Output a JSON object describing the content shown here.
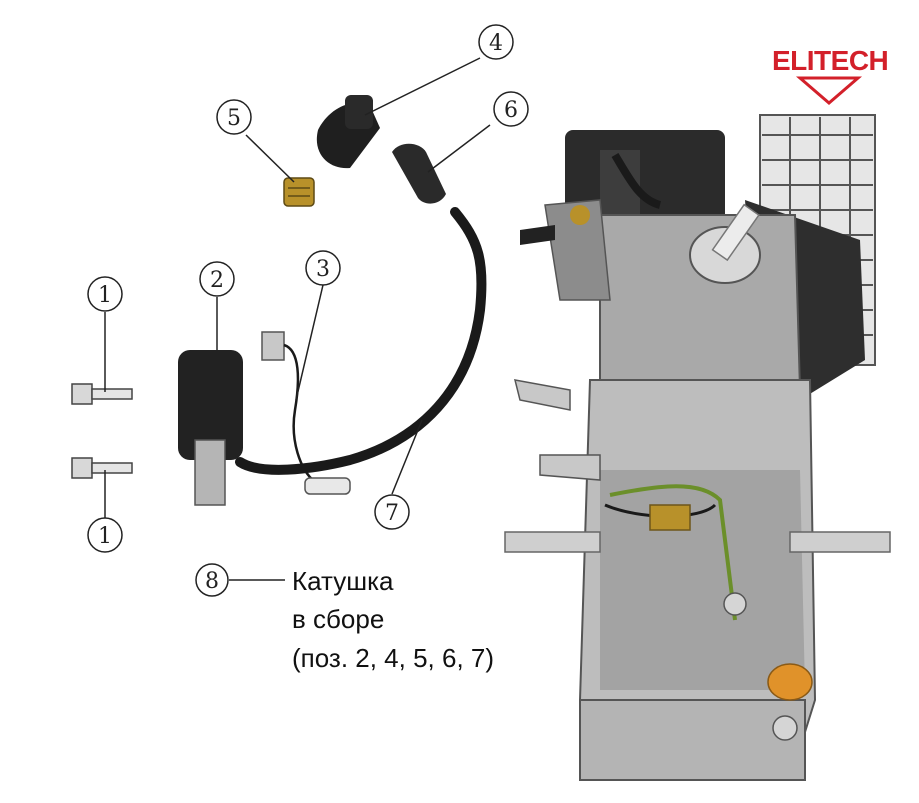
{
  "brand": {
    "name": "ELITECH",
    "color": "#d3202a"
  },
  "callouts": {
    "c1a": "1",
    "c1b": "1",
    "c2": "2",
    "c3": "3",
    "c4": "4",
    "c5": "5",
    "c6": "6",
    "c7": "7",
    "c8": "8"
  },
  "caption": {
    "line1": "Катушка",
    "line2": "в сборе",
    "line3": "(поз. 2, 4, 5, 6, 7)"
  },
  "parts": [
    {
      "id": "1",
      "icon": "bolt-icon"
    },
    {
      "id": "2",
      "icon": "ignition-coil-icon"
    },
    {
      "id": "3",
      "icon": "ground-wire-icon"
    },
    {
      "id": "4",
      "icon": "spark-plug-cap-icon"
    },
    {
      "id": "5",
      "icon": "connector-screw-icon"
    },
    {
      "id": "6",
      "icon": "rubber-boot-icon"
    },
    {
      "id": "7",
      "icon": "high-voltage-wire-icon"
    }
  ],
  "colors": {
    "engine_body": "#9a9a9a",
    "engine_dark": "#2a2a2a",
    "brass": "#b8912a",
    "wire": "#1a1a1a",
    "green_wire": "#6b8f2a",
    "orange": "#e0922a"
  }
}
